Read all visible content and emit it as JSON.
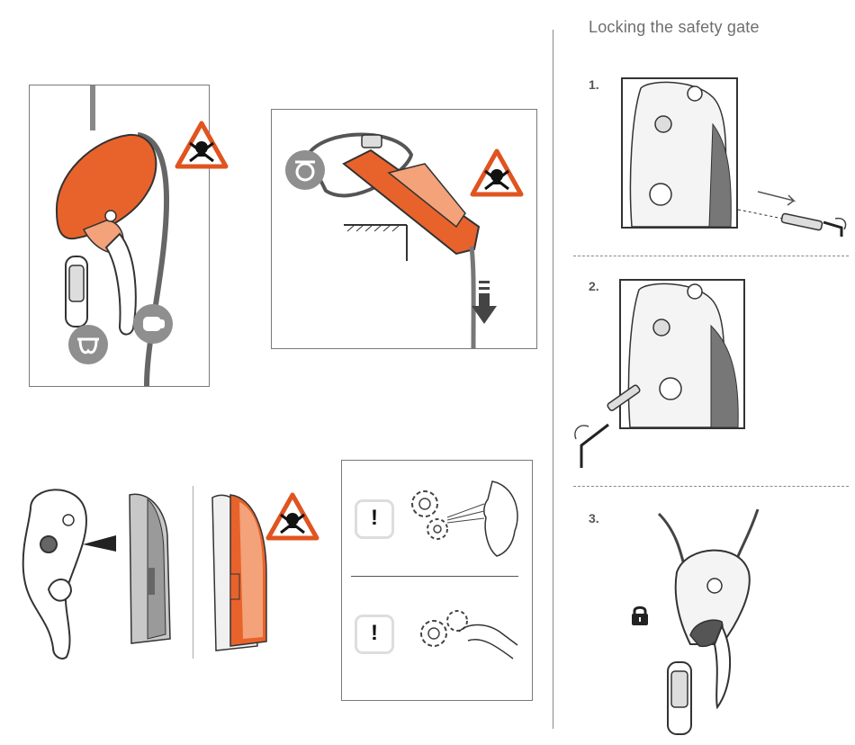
{
  "title": "Locking the safety gate",
  "steps": [
    "1.",
    "2.",
    "3."
  ],
  "warning_glyph": "!",
  "icons": {
    "danger": "skull-crossbones-warning-icon",
    "anchor": "anchor-ring-icon",
    "harness": "harness-icon",
    "fist": "fist-brake-hand-icon",
    "attention": "exclamation-attention-icon",
    "lock": "padlock-icon"
  },
  "colors": {
    "accent_orange": "#e8632b",
    "warning_red": "#e0541f",
    "gray_icon": "#8f8f8f",
    "line": "#333333"
  }
}
